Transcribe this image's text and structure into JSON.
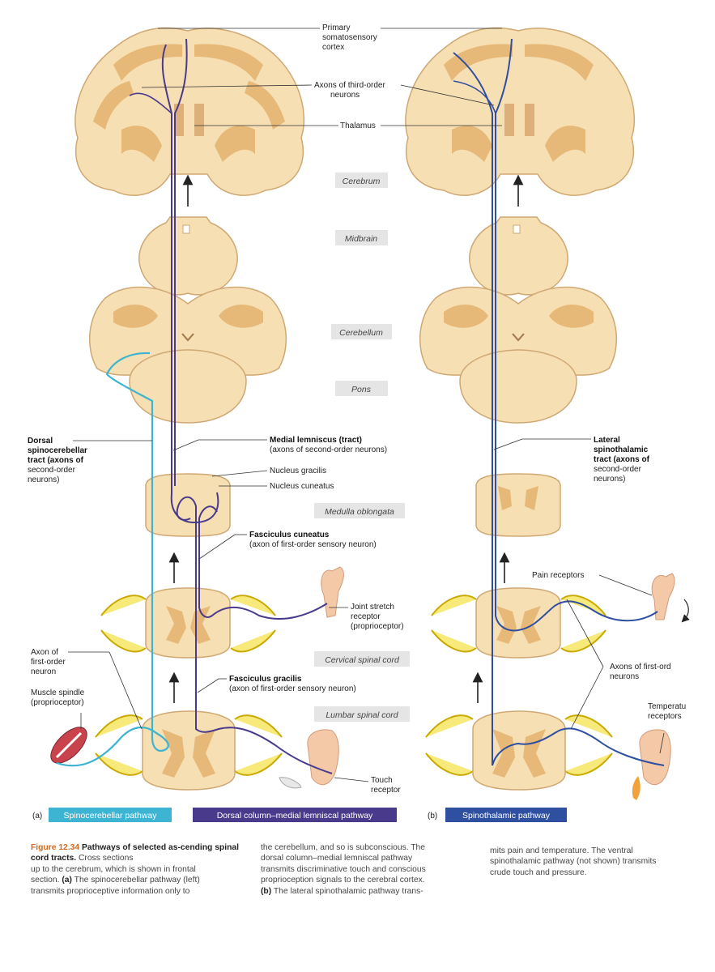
{
  "regions": {
    "cerebrum": "Cerebrum",
    "midbrain": "Midbrain",
    "cerebellum": "Cerebellum",
    "pons": "Pons",
    "medulla": "Medulla oblongata",
    "cervical": "Cervical spinal cord",
    "lumbar": "Lumbar spinal cord"
  },
  "labels": {
    "primary_cortex_1": "Primary",
    "primary_cortex_2": "somatosensory",
    "primary_cortex_3": "cortex",
    "third_order_1": "Axons of third-order",
    "third_order_2": "neurons",
    "thalamus": "Thalamus",
    "dorsal_sc_1": "Dorsal",
    "dorsal_sc_2": "spinocerebellar",
    "dorsal_sc_3": "tract (axons of",
    "dorsal_sc_4": "second-order",
    "dorsal_sc_5": "neurons)",
    "medial_lem_1": "Medial lemniscus (tract)",
    "medial_lem_2": "(axons of second-order neurons)",
    "nucleus_gracilis": "Nucleus gracilis",
    "nucleus_cuneatus": "Nucleus cuneatus",
    "fasc_cuneatus_1": "Fasciculus cuneatus",
    "fasc_cuneatus_2": "(axon of first-order sensory neuron)",
    "joint_1": "Joint stretch",
    "joint_2": "receptor",
    "joint_3": "(proprioceptor)",
    "first_order_1": "Axon of",
    "first_order_2": "first-order",
    "first_order_3": "neuron",
    "muscle_1": "Muscle spindle",
    "muscle_2": "(proprioceptor)",
    "fasc_gracilis_1": "Fasciculus gracilis",
    "fasc_gracilis_2": "(axon of first-order sensory neuron)",
    "touch_1": "Touch",
    "touch_2": "receptor",
    "lateral_st_1": "Lateral",
    "lateral_st_2": "spinothalamic",
    "lateral_st_3": "tract (axons of",
    "lateral_st_4": "second-order",
    "lateral_st_5": "neurons)",
    "pain": "Pain receptors",
    "axons_first_1": "Axons of first-ord",
    "axons_first_2": "neurons",
    "temp_1": "Temperatu",
    "temp_2": "receptors"
  },
  "legend": {
    "a": "(a)",
    "spinocerebellar": "Spinocerebellar pathway",
    "dorsal_column": "Dorsal column–medial lemniscal pathway",
    "b": "(b)",
    "spinothalamic": "Spinothalamic pathway"
  },
  "colors": {
    "spinocerebellar": "#3cb4d2",
    "dorsal_column": "#4a3a8c",
    "spinothalamic": "#2f4fa0",
    "tissue": "#f6dfb3",
    "gray_matter": "#e7b978",
    "ganglion": "#f7ea7a",
    "caption_accent": "#d2691e"
  },
  "caption": {
    "fig_label": "Figure 12.34",
    "title": "Pathways of selected as-cending spinal cord tracts.",
    "col1_l1_rest": "Cross sections",
    "col1_l2": "up to the cerebrum, which is shown in frontal",
    "col1_l3": "section.",
    "col1_l3_b": "(a)",
    "col1_l3_rest": "The spinocerebellar pathway (left)",
    "col1_l4": "transmits proprioceptive information only to",
    "col2_l1": "the cerebellum, and so is subconscious. The",
    "col2_l2": "dorsal column–medial lemniscal pathway",
    "col2_l3": "transmits discriminative touch and conscious",
    "col2_l4": "proprioception signals to the cerebral cortex.",
    "col2_l5_b": "(b)",
    "col2_l5_rest": "The lateral spinothalamic pathway trans-",
    "col3_l1": "mits pain and temperature. The ventral",
    "col3_l2": "spinothalamic pathway (not shown) transmits",
    "col3_l3": "crude touch and pressure."
  }
}
